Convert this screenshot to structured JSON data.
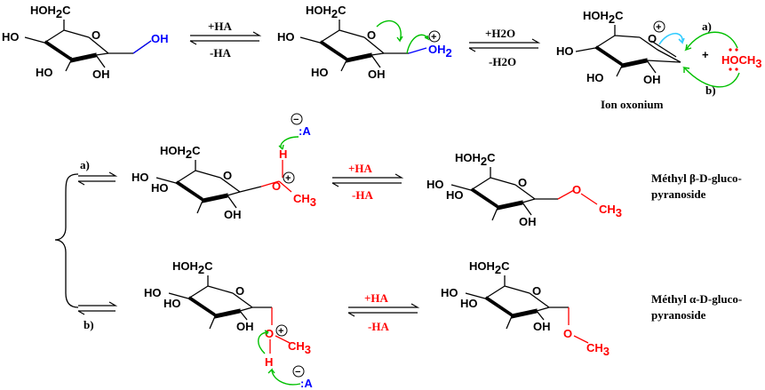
{
  "labels": {
    "ho": "HO",
    "oh": "OH",
    "ch2oh": "HOH",
    "ch2_sub": "2",
    "c": "C",
    "ring_o": "O",
    "plus": "+",
    "minus": "−",
    "h": "H",
    "och3_o": "O",
    "ch3_c": "CH",
    "ch3_sub": "3",
    "oh2": "OH",
    "oh2_sub": "2",
    "hoch3": "HOCH",
    "hoch3_sub": "3",
    "colon_a": ":A",
    "plus_sign": "+"
  },
  "arrows": {
    "ha_forward": "+HA",
    "ha_reverse": "-HA",
    "h2o_forward": "+H2O",
    "h2o_reverse": "-H2O",
    "path_a": "a)",
    "path_b": "b)",
    "top_path_a": "a)",
    "top_path_b": "b)"
  },
  "captions": {
    "oxonium": "Ion oxonium",
    "beta_line1": "Méthyl β-D-gluco-",
    "beta_line2": "pyranoside",
    "alpha_line1": "Méthyl α-D-gluco-",
    "alpha_line2": "pyranoside"
  },
  "colors": {
    "highlight_red": "#ff0000",
    "highlight_blue": "#0000ff",
    "curly_arrow_green": "#00c000",
    "curly_arrow_cyan": "#33ccff"
  }
}
